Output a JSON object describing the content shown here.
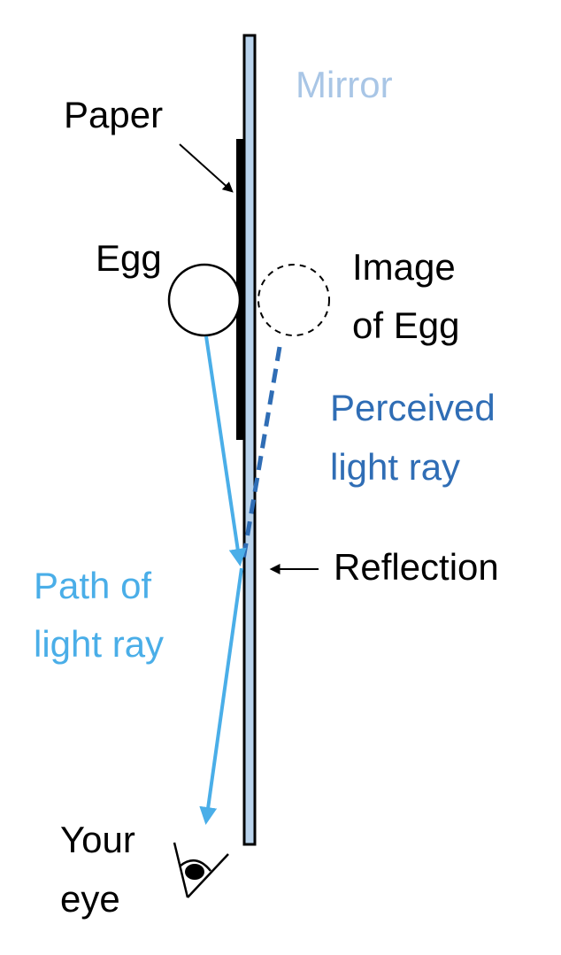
{
  "labels": {
    "mirror": "Mirror",
    "paper": "Paper",
    "egg": "Egg",
    "image_of_egg_line1": "Image",
    "image_of_egg_line2": "of Egg",
    "perceived_line1": "Perceived",
    "perceived_line2": "light ray",
    "reflection": "Reflection",
    "path_line1": "Path of",
    "path_line2": "light ray",
    "eye_line1": "Your",
    "eye_line2": "eye"
  },
  "colors": {
    "mirror_fill": "#b9d3ec",
    "mirror_label": "#a9c6e6",
    "paper": "#000000",
    "light_ray": "#4aaee8",
    "perceived_ray": "#2f6db5",
    "text": "#000000"
  },
  "icons": {
    "eye": "eye-icon"
  }
}
